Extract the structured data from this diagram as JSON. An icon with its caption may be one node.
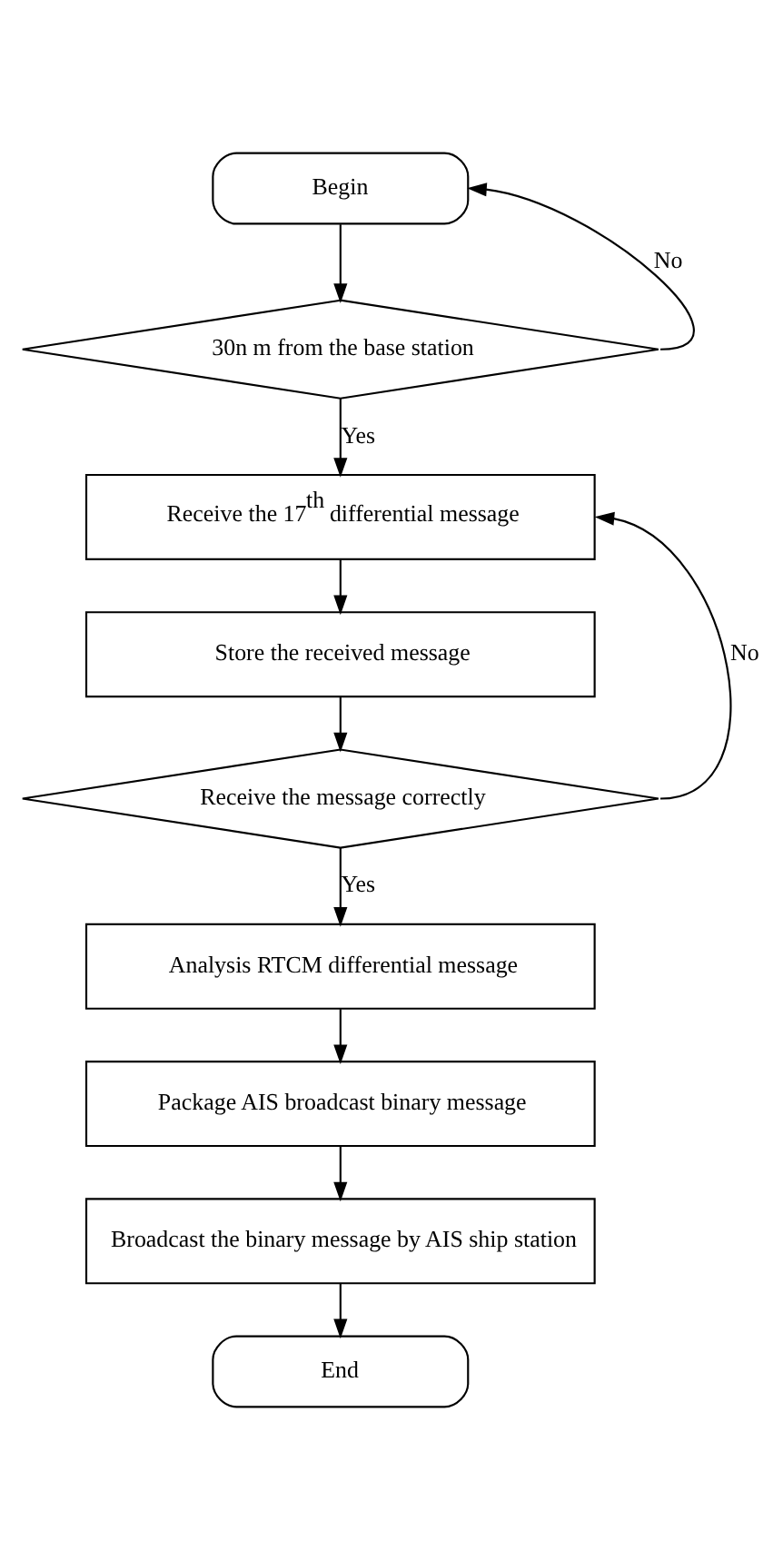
{
  "diagram": {
    "nodes": [
      {
        "text": [
          "Begin"
        ]
      },
      {
        "text": [
          "30n m from the base station"
        ]
      },
      {
        "text": [
          "Receive the 17$^{th}$ differential message"
        ]
      },
      {
        "text": [
          "Store the received message"
        ]
      },
      {
        "text": [
          "Receive the message correctly"
        ]
      },
      {
        "text": [
          "Analysis RTCM differential message"
        ]
      },
      {
        "text": [
          "Package AIS broadcast binary message"
        ]
      },
      {
        "text": [
          "Broadcast the binary message by AIS ship station"
        ]
      },
      {
        "text": [
          "End"
        ]
      }
    ],
    "edges": [
      {
        "from": 0,
        "to": 1,
        "arrow": "to"
      },
      {
        "from": 1,
        "to": 2,
        "arrow": "to",
        "label": "Yes"
      },
      {
        "from": 1,
        "to": 0,
        "arrow": "to",
        "label": "No"
      },
      {
        "from": 2,
        "to": 3,
        "arrow": "to"
      },
      {
        "from": 3,
        "to": 4,
        "arrow": "to"
      },
      {
        "from": 4,
        "to": 2,
        "arrow": "to",
        "label": "No"
      },
      {
        "from": 4,
        "to": 5,
        "arrow": "to",
        "label": "Yes"
      },
      {
        "from": 5,
        "to": 6,
        "arrow": "to"
      },
      {
        "from": 6,
        "to": 7,
        "arrow": "to"
      },
      {
        "from": 7,
        "to": 8,
        "arrow": "to"
      }
    ]
  }
}
